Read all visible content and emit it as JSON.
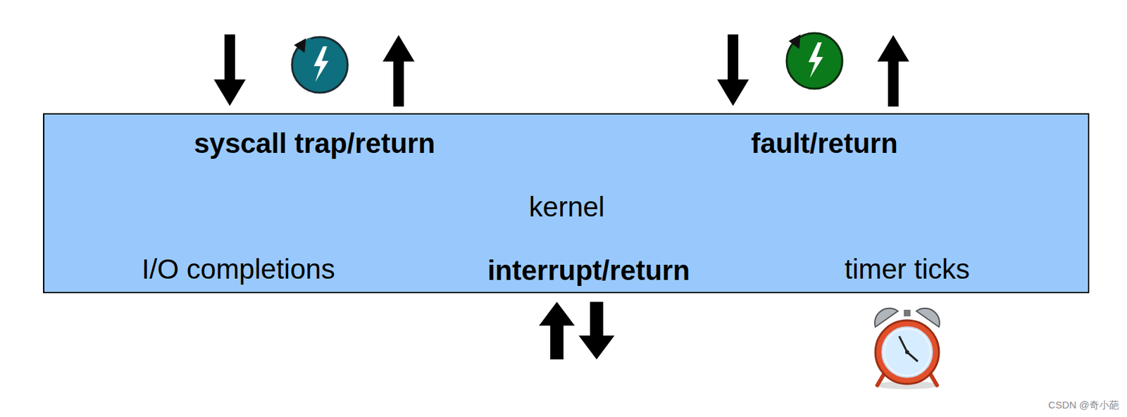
{
  "diagram": {
    "nodes": [
      {
        "text": [
          "syscall trap/return",
          "fault/return",
          "kernel",
          "I/O completions",
          "interrupt/return",
          "timer ticks"
        ]
      }
    ],
    "labels": [
      "CSDN @奇小葩"
    ]
  }
}
